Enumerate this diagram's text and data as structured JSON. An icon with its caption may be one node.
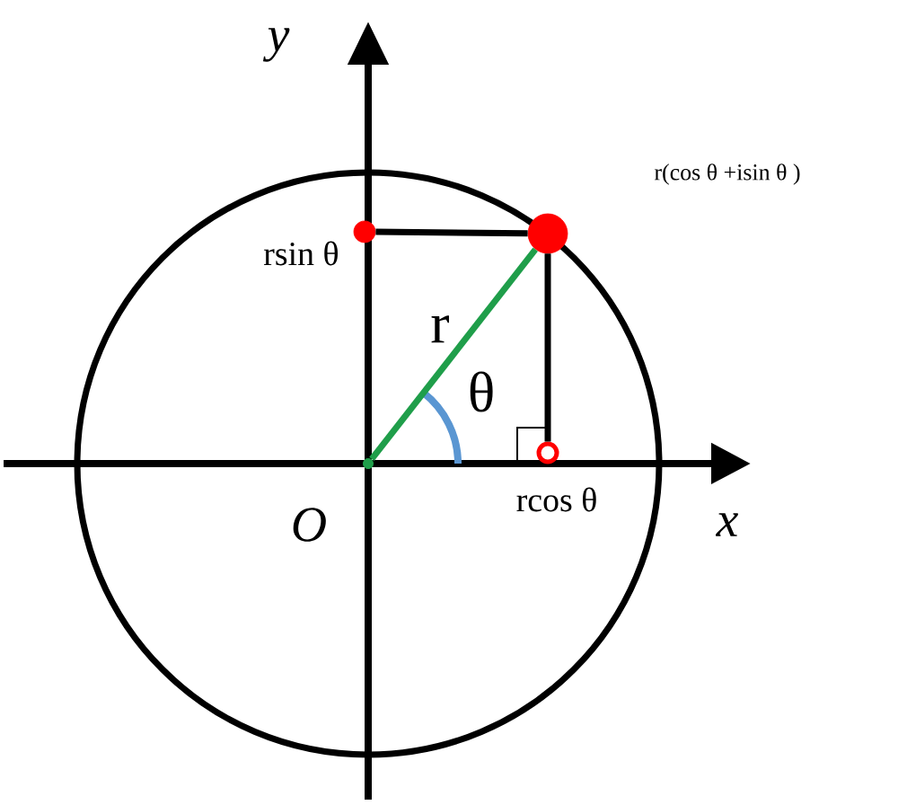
{
  "diagram": {
    "nodes": [
      {
        "text": [],
        "shape": "circle",
        "beside": [
          "r(cos θ +isin θ )"
        ]
      },
      {
        "text": [],
        "shape": "circle",
        "beside": [
          "rsin θ"
        ]
      },
      {
        "text": [],
        "shape": "circle",
        "beside": [
          "rcos θ"
        ]
      },
      {
        "text": [],
        "shape": "circle",
        "beside": [
          "O"
        ]
      }
    ],
    "edges": [
      {
        "from": 0,
        "to": 1,
        "arrow": "none"
      },
      {
        "from": 0,
        "to": 2,
        "arrow": "none"
      },
      {
        "from": 3,
        "to": 0,
        "arrow": "none",
        "label": "r",
        "color": "#1f9e4a"
      }
    ],
    "labels": [
      "y",
      "θ",
      "x"
    ]
  }
}
